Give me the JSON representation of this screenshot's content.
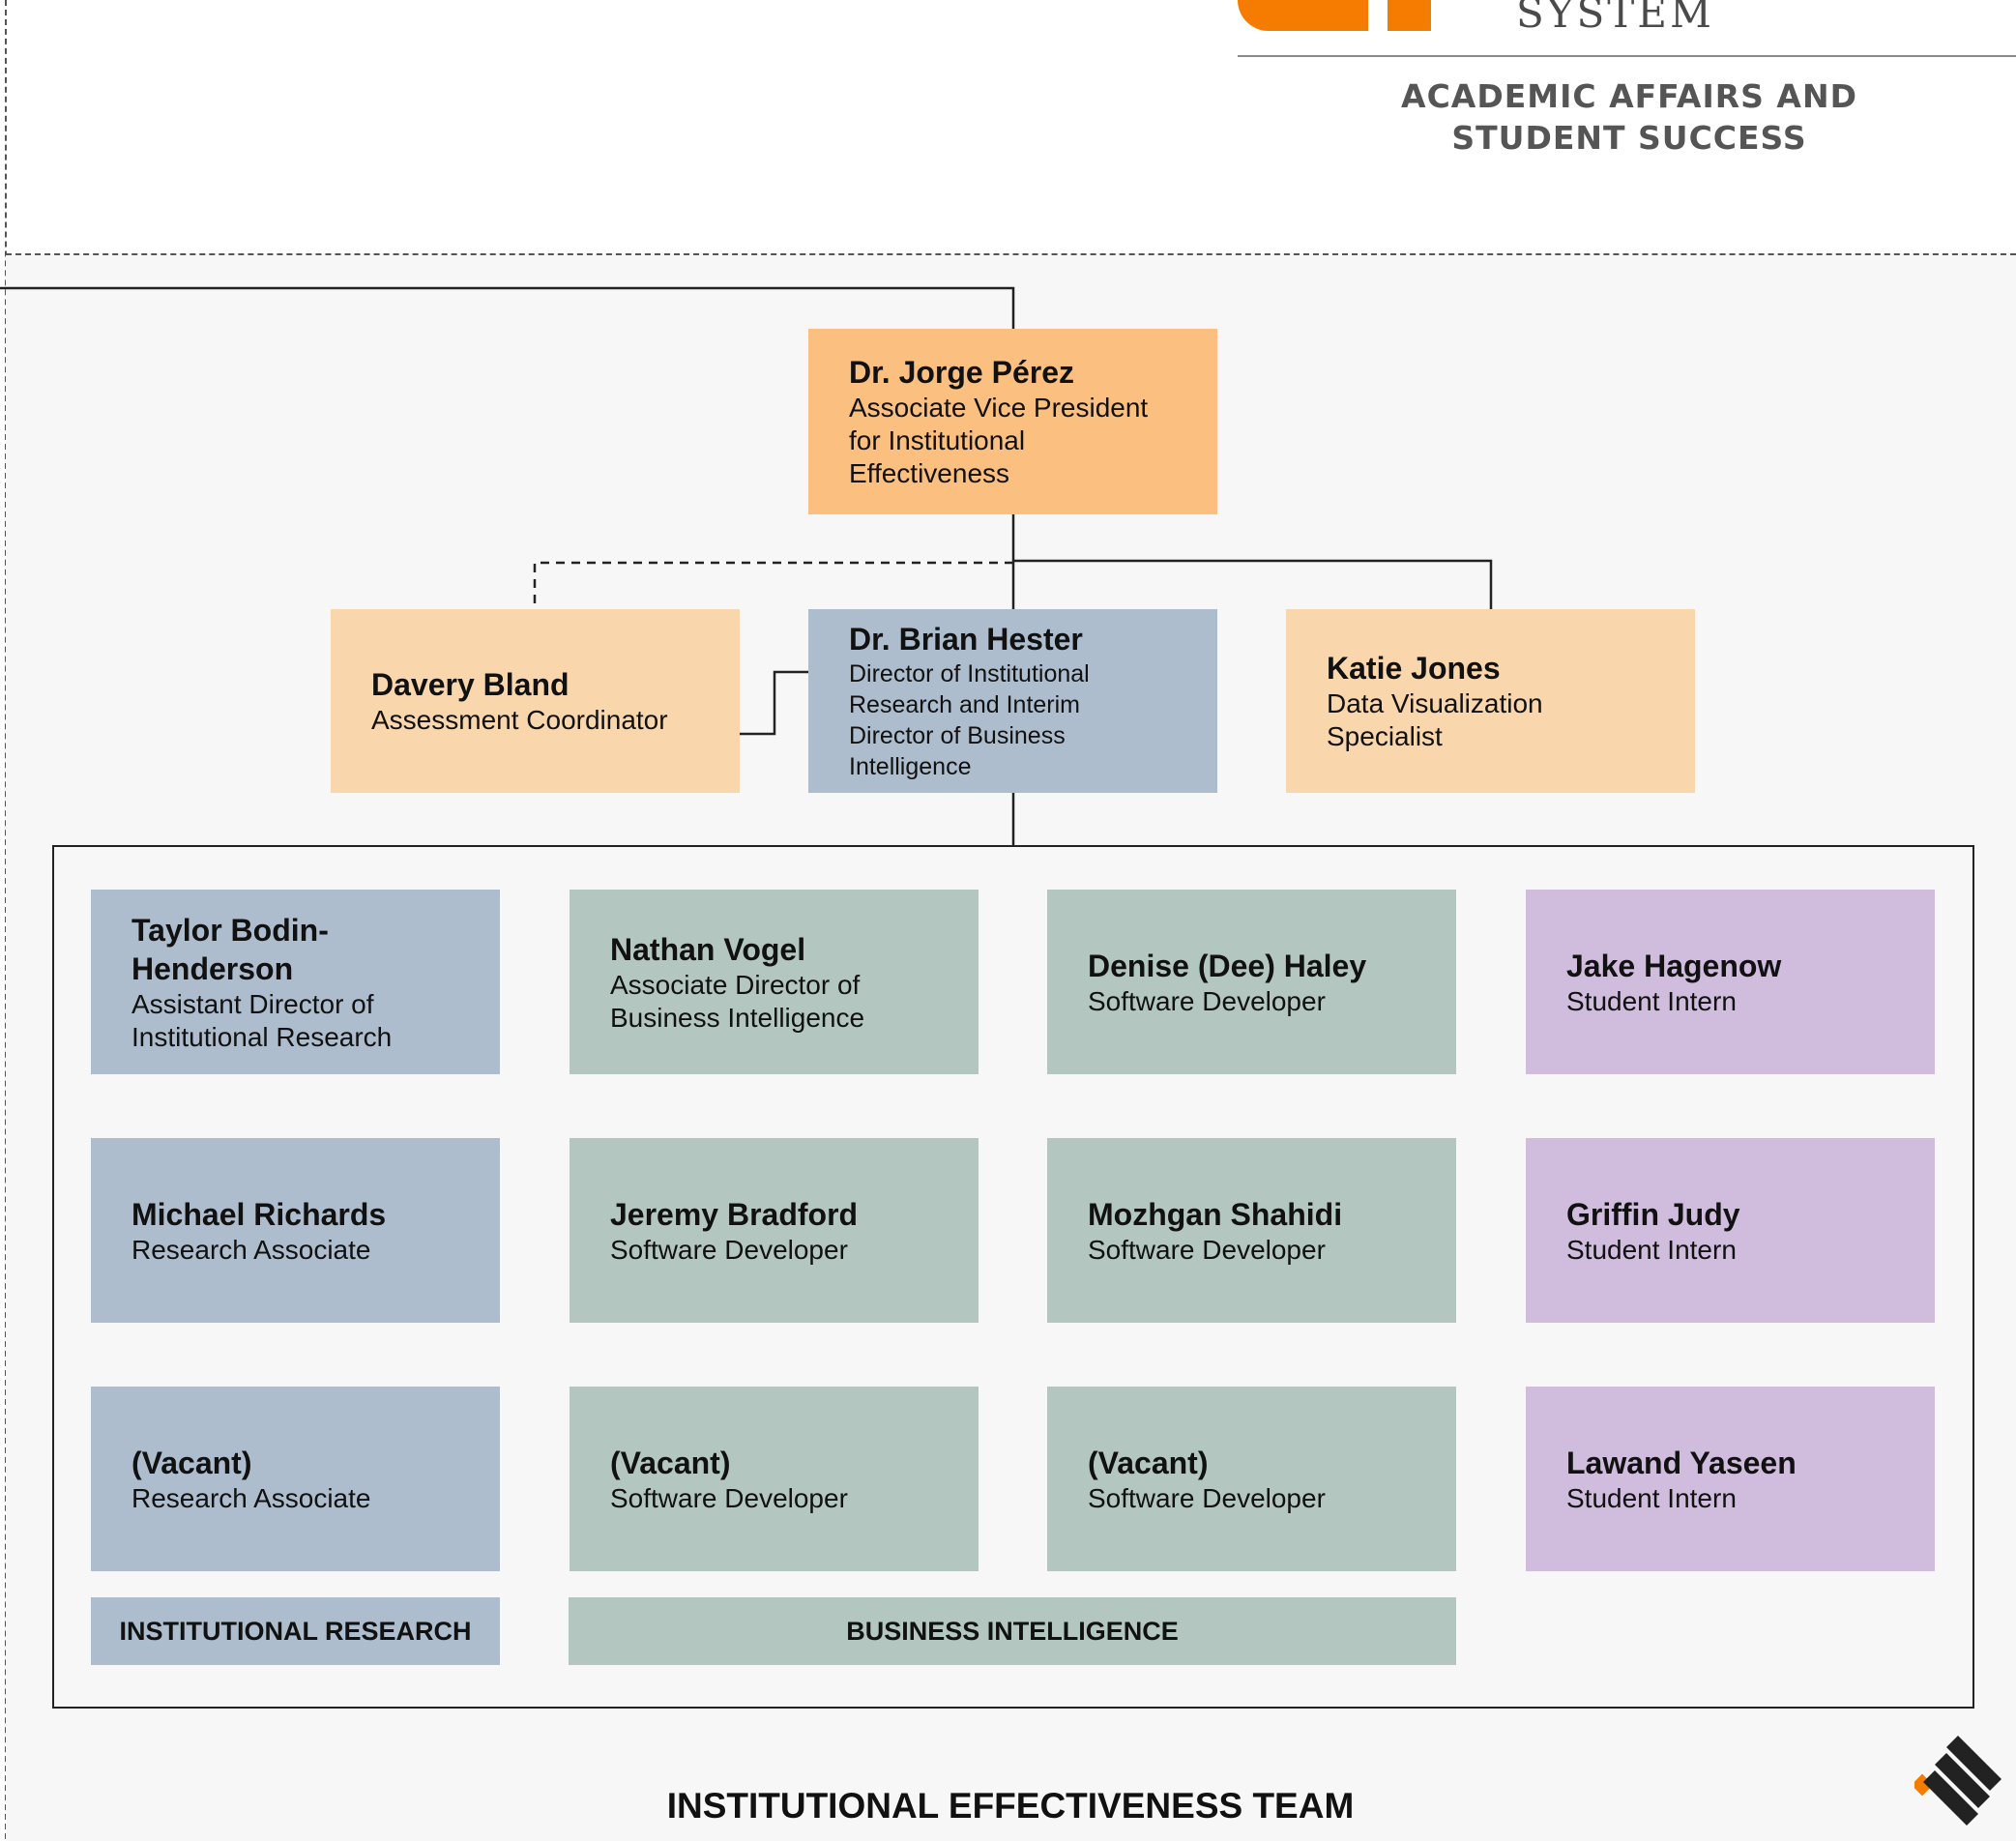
{
  "header": {
    "logo_wordmark": "SYSTEM",
    "department_line1": "ACADEMIC AFFAIRS AND",
    "department_line2": "STUDENT SUCCESS"
  },
  "colors": {
    "orange": "#fbbf80",
    "peach": "#fad6ad",
    "blue": "#adbdcd",
    "green": "#b3c7c0",
    "purple": "#d0bcdd",
    "logo_orange": "#f57c00"
  },
  "leadership": {
    "top": {
      "name": "Dr. Jorge Pérez",
      "title_line1": "Associate Vice President",
      "title_line2": "for Institutional",
      "title_line3": "Effectiveness"
    },
    "left": {
      "name": "Davery Bland",
      "title_line1": "Assessment Coordinator"
    },
    "center": {
      "name": "Dr. Brian Hester",
      "title_line1": "Director of Institutional",
      "title_line2": "Research and Interim",
      "title_line3": "Director of Business",
      "title_line4": "Intelligence"
    },
    "right": {
      "name": "Katie Jones",
      "title_line1": "Data Visualization",
      "title_line2": "Specialist"
    }
  },
  "team": {
    "r1c1": {
      "name_line1": "Taylor Bodin-",
      "name_line2": "Henderson",
      "title_line1": "Assistant Director of",
      "title_line2": "Institutional Research"
    },
    "r1c2": {
      "name": "Nathan Vogel",
      "title_line1": "Associate Director of",
      "title_line2": "Business Intelligence"
    },
    "r1c3": {
      "name": "Denise (Dee) Haley",
      "title": "Software Developer"
    },
    "r1c4": {
      "name": "Jake Hagenow",
      "title": "Student Intern"
    },
    "r2c1": {
      "name": "Michael Richards",
      "title": "Research Associate"
    },
    "r2c2": {
      "name": "Jeremy Bradford",
      "title": "Software Developer"
    },
    "r2c3": {
      "name": "Mozhgan Shahidi",
      "title": "Software Developer"
    },
    "r2c4": {
      "name": "Griffin Judy",
      "title": "Student Intern"
    },
    "r3c1": {
      "name": "(Vacant)",
      "title": "Research Associate"
    },
    "r3c2": {
      "name": "(Vacant)",
      "title": "Software Developer"
    },
    "r3c3": {
      "name": "(Vacant)",
      "title": "Software Developer"
    },
    "r3c4": {
      "name": "Lawand Yaseen",
      "title": "Student Intern"
    }
  },
  "groups": {
    "institutional_research": "INSTITUTIONAL RESEARCH",
    "business_intelligence": "BUSINESS INTELLIGENCE"
  },
  "footer_title": "INSTITUTIONAL EFFECTIVENESS TEAM"
}
